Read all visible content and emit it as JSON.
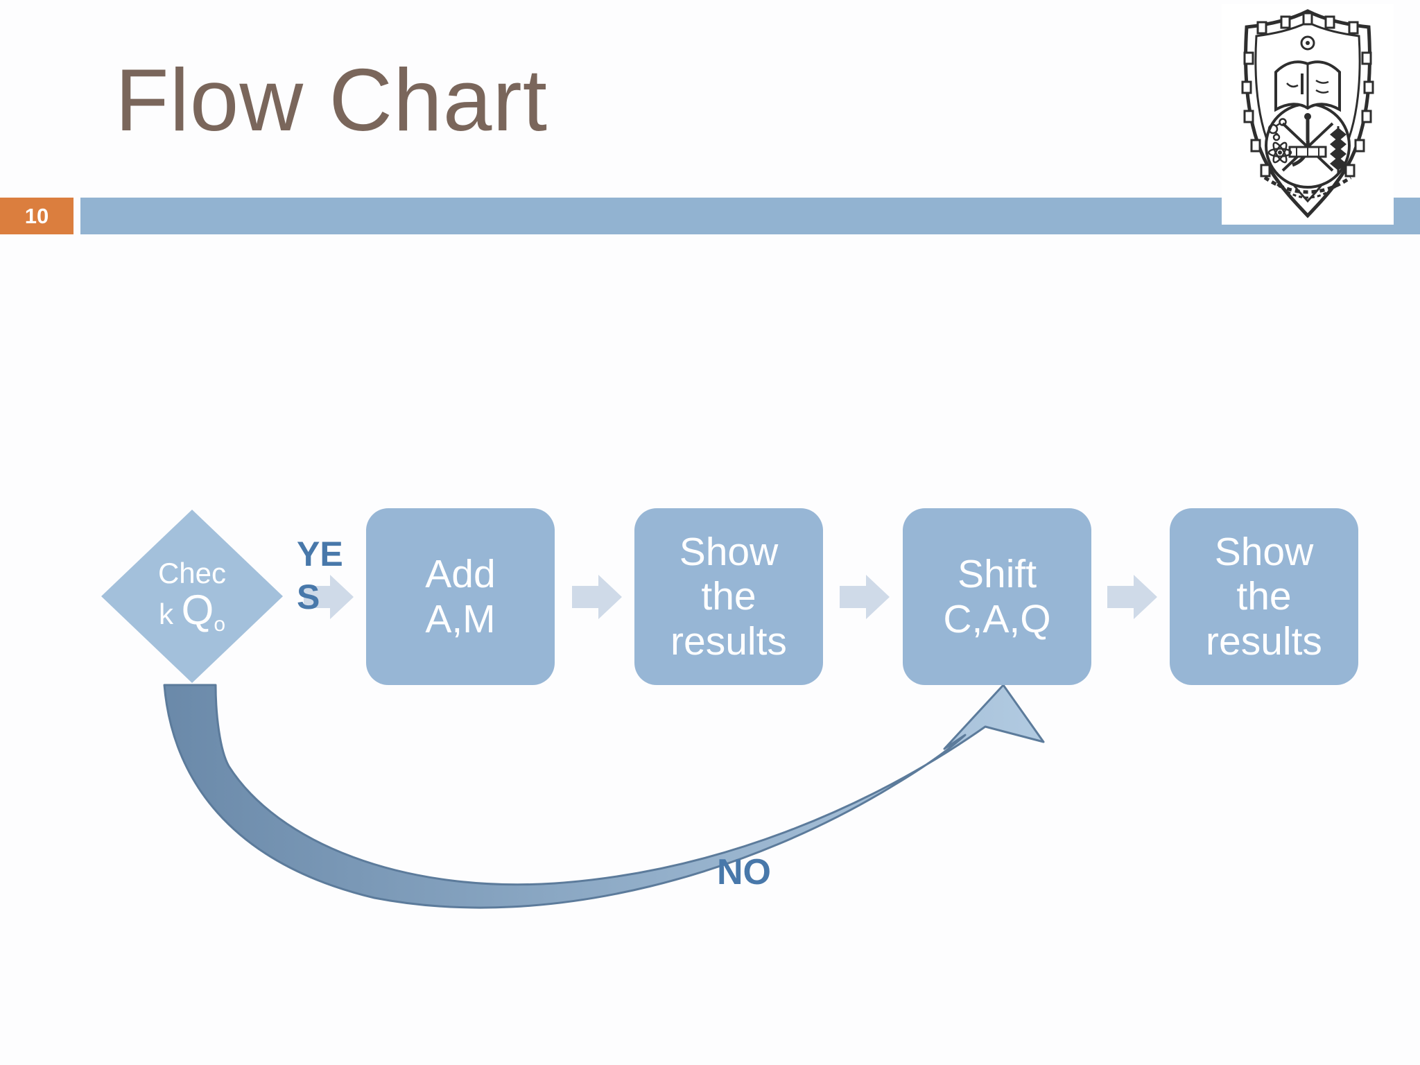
{
  "slide": {
    "title": "Flow Chart",
    "page_number": "10"
  },
  "colors": {
    "title_brown": "#7a665b",
    "accent_orange": "#db7e3e",
    "accent_bar_blue": "#92b3d1",
    "step_box_blue": "#97b6d5",
    "diamond_blue": "#a3c0db",
    "connector_arrow": "#cfdae8",
    "branch_label_blue": "#4878aa",
    "curve_dark": "#6a89a9",
    "curve_light": "#b0c9e0",
    "curve_outline": "#5c7b9b",
    "emblem_ink": "#2e2e2e"
  },
  "flowchart": {
    "decision": {
      "line1": "Chec",
      "line2_prefix": "k ",
      "line2_q": "Q",
      "subscript": "o"
    },
    "yes_label": {
      "line1": "YE",
      "line2": "S"
    },
    "no_label": "NO",
    "steps": [
      {
        "lines": [
          "Add",
          "A,M"
        ]
      },
      {
        "lines": [
          "Show",
          "the",
          "results"
        ]
      },
      {
        "lines": [
          "Shift",
          "C,A,Q"
        ]
      },
      {
        "lines": [
          "Show",
          "the",
          "results"
        ]
      }
    ]
  }
}
